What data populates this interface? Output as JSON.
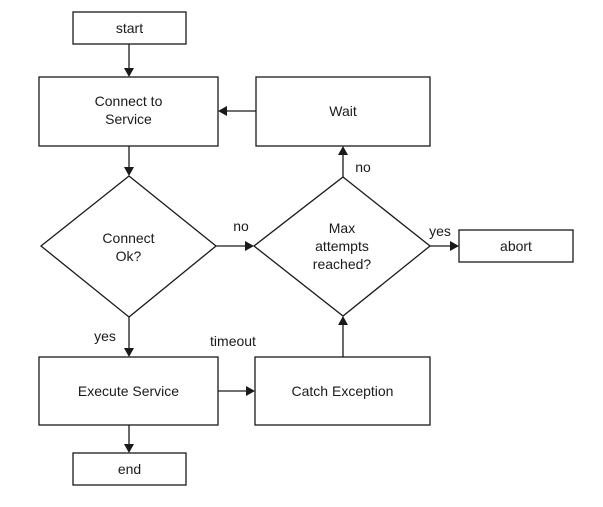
{
  "flowchart": {
    "nodes": {
      "start": "start",
      "connect_line1": "Connect to",
      "connect_line2": "Service",
      "wait": "Wait",
      "connect_ok_line1": "Connect",
      "connect_ok_line2": "Ok?",
      "max_line1": "Max",
      "max_line2": "attempts",
      "max_line3": "reached?",
      "abort": "abort",
      "execute": "Execute Service",
      "catch": "Catch Exception",
      "end": "end"
    },
    "edge_labels": {
      "connect_ok_no": "no",
      "connect_ok_yes": "yes",
      "max_no": "no",
      "max_yes": "yes",
      "timeout": "timeout"
    }
  }
}
